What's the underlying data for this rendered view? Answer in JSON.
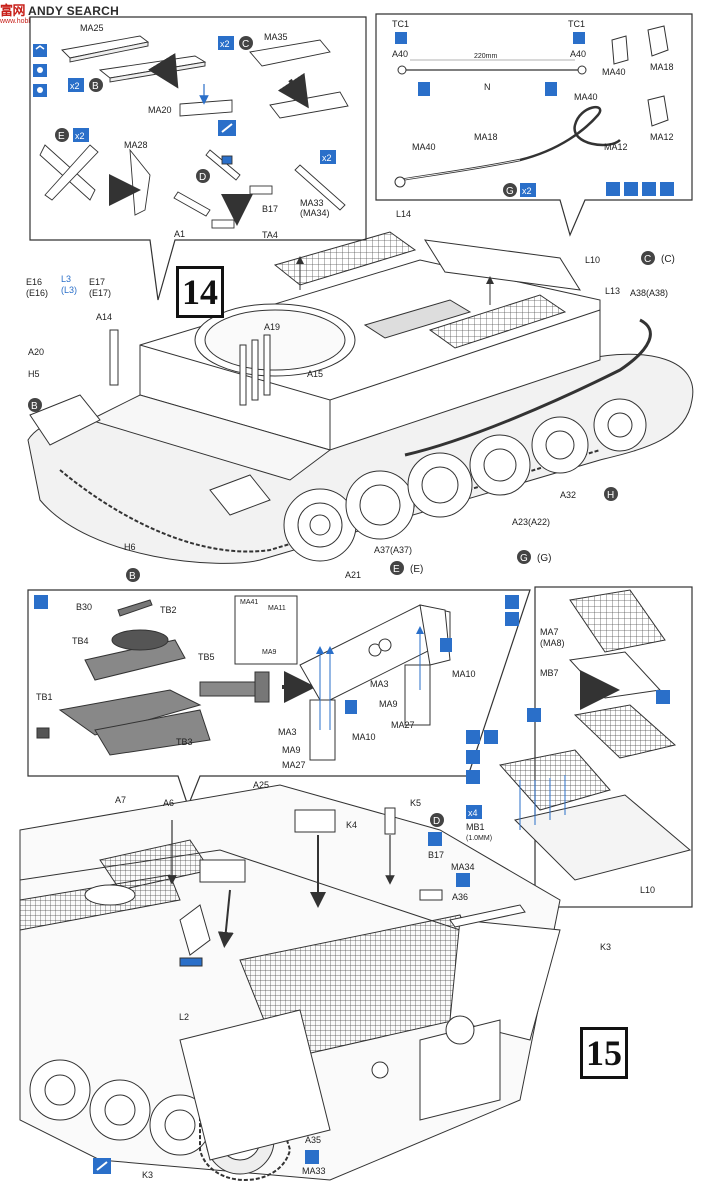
{
  "watermark": {
    "logo": "富网",
    "brand": "ANDY SEARCH",
    "sub": "www.hobbyprice.com"
  },
  "steps": {
    "s14": "14",
    "s15": "15"
  },
  "box1": {
    "parts": [
      "MA25",
      "MA35",
      "MA20",
      "MA28",
      "B17",
      "TA4",
      "MA33",
      "(MA34)",
      "A1"
    ],
    "letters": [
      "B",
      "C",
      "E",
      "D"
    ],
    "multipliers": [
      "x2",
      "x2",
      "x2",
      "x2"
    ]
  },
  "box2": {
    "parts": [
      "TC1",
      "A40",
      "TC1",
      "A40",
      "N",
      "MA40",
      "MA18",
      "MA12",
      "MA40",
      "MA18",
      "MA12",
      "MA40"
    ],
    "length": "220mm",
    "letter": "G",
    "multiplier": "x2"
  },
  "step14": {
    "parts": [
      "E16",
      "(E16)",
      "L3",
      "(L3)",
      "E17",
      "(E17)",
      "A14",
      "A20",
      "H5",
      "A19",
      "A15",
      "L14",
      "L10",
      "L13",
      "A38(A38)",
      "A32",
      "A23(A22)",
      "A37(A37)",
      "A21",
      "H6"
    ],
    "letters": [
      "B",
      "B",
      "C",
      "(C)",
      "H",
      "G",
      "(G)",
      "E",
      "(E)"
    ]
  },
  "box3": {
    "parts": [
      "B30",
      "TB2",
      "TB4",
      "TB1",
      "TB5",
      "TB3",
      "MA41",
      "MA11",
      "MA9",
      "MA3",
      "MA9",
      "MA27",
      "MA3",
      "MA9",
      "MA27",
      "MA10",
      "MA10"
    ]
  },
  "box4": {
    "parts": [
      "MA7",
      "(MA8)",
      "MB7",
      "MB1",
      "L10"
    ],
    "multiplier": "x4",
    "note": "(1.0MM)"
  },
  "step15": {
    "parts": [
      "A7",
      "A6",
      "A25",
      "K5",
      "K4",
      "B17",
      "MA34",
      "A36",
      "K3",
      "L2",
      "A35",
      "MA33",
      "K3"
    ],
    "letters": [
      "D"
    ]
  }
}
